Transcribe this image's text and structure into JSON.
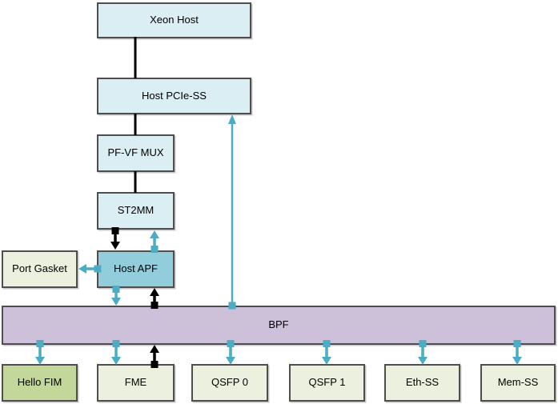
{
  "colors": {
    "box_blue": "#daeef3",
    "box_teal": "#92cddc",
    "box_green": "#ebf1de",
    "box_olive": "#c4d79b",
    "bar_purple": "#ccc1d9",
    "edge_blue": "#4bacc6",
    "edge_black": "#000000",
    "border": "#4e4e4e"
  },
  "nodes": {
    "xeon_host": {
      "label": "Xeon Host"
    },
    "host_pcie_ss": {
      "label": "Host PCIe-SS"
    },
    "pf_vf_mux": {
      "label": "PF-VF MUX"
    },
    "st2mm": {
      "label": "ST2MM"
    },
    "port_gasket": {
      "label": "Port Gasket"
    },
    "host_apf": {
      "label": "Host APF"
    },
    "bpf": {
      "label": "BPF"
    },
    "hello_fim": {
      "label": "Hello FIM"
    },
    "fme": {
      "label": "FME"
    },
    "qsfp0": {
      "label": "QSFP 0"
    },
    "qsfp1": {
      "label": "QSFP 1"
    },
    "eth_ss": {
      "label": "Eth-SS"
    },
    "mem_ss": {
      "label": "Mem-SS"
    }
  },
  "edges": [
    {
      "from": "xeon_host",
      "to": "host_pcie_ss",
      "style": "plain-line",
      "color": "black"
    },
    {
      "from": "host_pcie_ss",
      "to": "pf_vf_mux",
      "style": "plain-line",
      "color": "black"
    },
    {
      "from": "pf_vf_mux",
      "to": "st2mm",
      "style": "plain-line",
      "color": "black"
    },
    {
      "from": "st2mm",
      "to": "host_apf",
      "style": "square-arrow",
      "color": "black"
    },
    {
      "from": "host_apf",
      "to": "st2mm",
      "style": "square-arrow",
      "color": "blue"
    },
    {
      "from": "host_apf",
      "to": "port_gasket",
      "style": "square-arrow",
      "color": "blue"
    },
    {
      "from": "host_apf",
      "to": "bpf",
      "style": "square-arrow",
      "color": "blue"
    },
    {
      "from": "bpf",
      "to": "host_apf",
      "style": "square-arrow",
      "color": "black"
    },
    {
      "from": "bpf",
      "to": "host_pcie_ss",
      "style": "square-arrow-thin",
      "color": "blue"
    },
    {
      "from": "bpf",
      "to": "hello_fim",
      "style": "square-arrow",
      "color": "blue"
    },
    {
      "from": "bpf",
      "to": "fme",
      "style": "square-arrow",
      "color": "blue"
    },
    {
      "from": "fme",
      "to": "bpf",
      "style": "square-arrow",
      "color": "black"
    },
    {
      "from": "bpf",
      "to": "qsfp0",
      "style": "square-arrow",
      "color": "blue"
    },
    {
      "from": "bpf",
      "to": "qsfp1",
      "style": "square-arrow",
      "color": "blue"
    },
    {
      "from": "bpf",
      "to": "eth_ss",
      "style": "square-arrow",
      "color": "blue"
    },
    {
      "from": "bpf",
      "to": "mem_ss",
      "style": "square-arrow",
      "color": "blue"
    }
  ]
}
